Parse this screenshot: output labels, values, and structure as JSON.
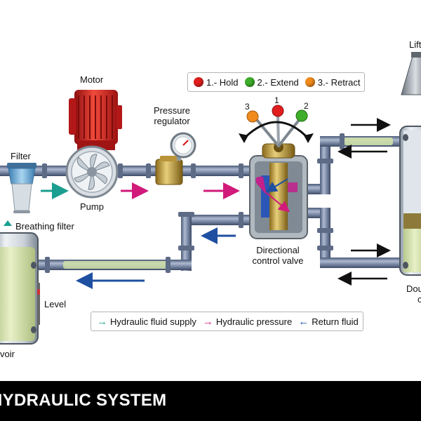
{
  "title": "HYDRAULIC SYSTEM",
  "components": {
    "motor": "Motor",
    "pump": "Pump",
    "filter": "Filter",
    "pressure_regulator_line1": "Pressure",
    "pressure_regulator_line2": "regulator",
    "breathing_filter": "Breathing filter",
    "level": "Level",
    "reservoir_partial": "voir",
    "directional_valve_line1": "Directional",
    "directional_valve_line2": "control valve",
    "lift_partial": "Lift",
    "cylinder_partial_line1": "Dou",
    "cylinder_partial_line2": "c"
  },
  "valve_positions": {
    "items": [
      {
        "label": "1.- Hold",
        "color": "#e01e1e"
      },
      {
        "label": "2.- Extend",
        "color": "#3fae2a"
      },
      {
        "label": "3.- Retract",
        "color": "#f08a1c"
      }
    ],
    "lever_numbers": [
      "3",
      "1",
      "2"
    ]
  },
  "legend": {
    "items": [
      {
        "label": "Hydraulic fluid supply",
        "color": "#1a9e8f"
      },
      {
        "label": "Hydraulic pressure",
        "color": "#d11a7a"
      },
      {
        "label": "Return fluid",
        "color": "#1f4fa0"
      }
    ]
  }
}
